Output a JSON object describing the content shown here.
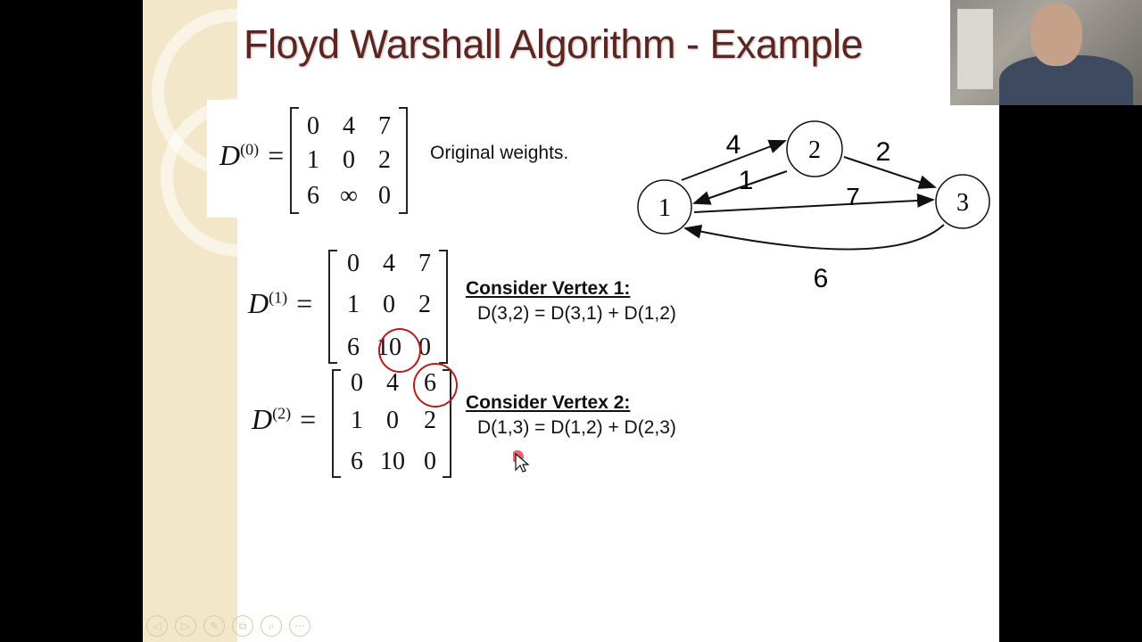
{
  "slide": {
    "title": "Floyd Warshall Algorithm - Example",
    "d0": {
      "label": "D",
      "sup": "(0)",
      "rows": [
        [
          "0",
          "4",
          "7"
        ],
        [
          "1",
          "0",
          "2"
        ],
        [
          "6",
          "∞",
          "0"
        ]
      ],
      "note": "Original weights."
    },
    "d1": {
      "label": "D",
      "sup": "(1)",
      "rows": [
        [
          "0",
          "4",
          "7"
        ],
        [
          "1",
          "0",
          "2"
        ],
        [
          "6",
          "10",
          "0"
        ]
      ],
      "heading": "Consider Vertex 1:",
      "formula": "D(3,2) = D(3,1) + D(1,2)"
    },
    "d2": {
      "label": "D",
      "sup": "(2)",
      "rows": [
        [
          "0",
          "4",
          "6"
        ],
        [
          "1",
          "0",
          "2"
        ],
        [
          "6",
          "10",
          "0"
        ]
      ],
      "heading": "Consider Vertex 2:",
      "formula": "D(1,3) = D(1,2) + D(2,3)"
    },
    "graph": {
      "nodes": [
        "1",
        "2",
        "3"
      ],
      "edges": [
        {
          "from": "1",
          "to": "2",
          "weight": "4"
        },
        {
          "from": "2",
          "to": "1",
          "weight": "1"
        },
        {
          "from": "2",
          "to": "3",
          "weight": "2"
        },
        {
          "from": "1",
          "to": "3",
          "weight": "7"
        },
        {
          "from": "3",
          "to": "1",
          "weight": "6"
        }
      ]
    },
    "highlight_color": "#b51c1c",
    "title_color": "#5e2420"
  },
  "controls": [
    "◁",
    "▷",
    "✎",
    "⧉",
    "⌕",
    "⋯"
  ]
}
